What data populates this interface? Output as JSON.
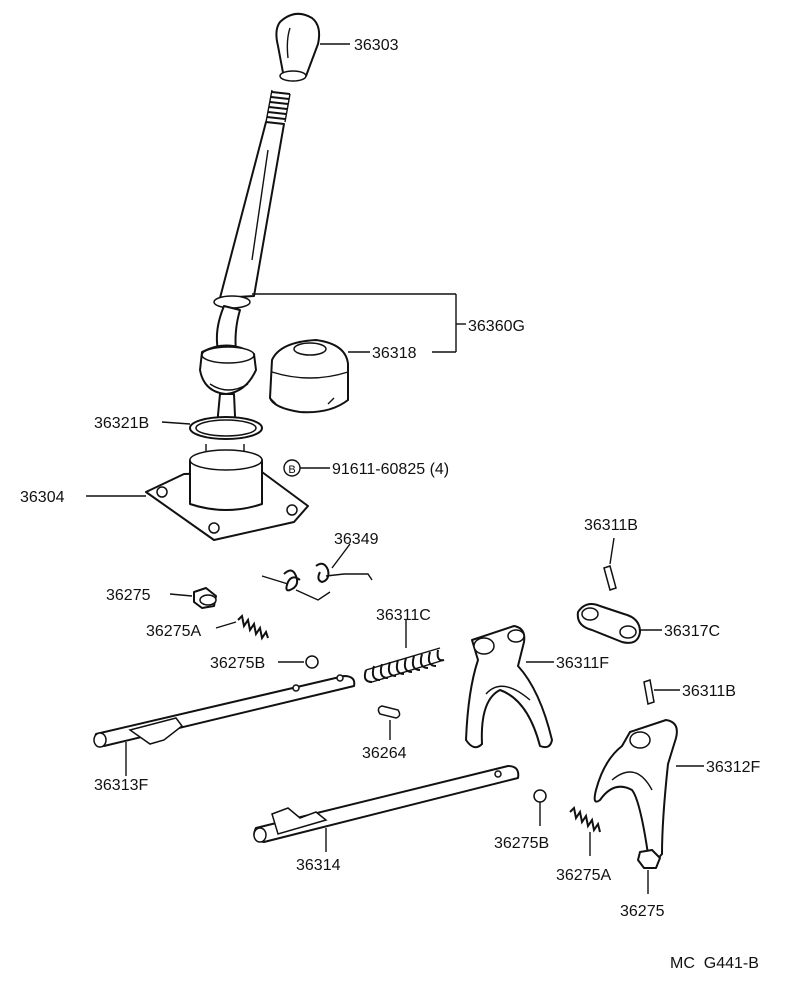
{
  "diagram": {
    "callouts": {
      "shift_knob": "36303",
      "lever_assembly": "36360G",
      "lever_boot": "36318",
      "lever_seat_ring": "36321B",
      "bolt_note": "91611-60825 (4)",
      "bolt_marker": "B",
      "lever_retainer": "36304",
      "lever_spring": "36349",
      "plug": "36275",
      "spring": "36275A",
      "ball": "36275B",
      "interlock_spring": "36311C",
      "slotted_spring_pin_upper": "36311B",
      "shift_head": "36317C",
      "shift_fork_1": "36311F",
      "slotted_spring_pin_lower": "36311B",
      "fork_shaft_1": "36313F",
      "interlock_pin": "36264",
      "shift_fork_2": "36312F",
      "fork_shaft_2": "36314",
      "ball_lower": "36275B",
      "spring_lower": "36275A",
      "plug_lower": "36275"
    },
    "figure_code": "MC  G441-B"
  }
}
